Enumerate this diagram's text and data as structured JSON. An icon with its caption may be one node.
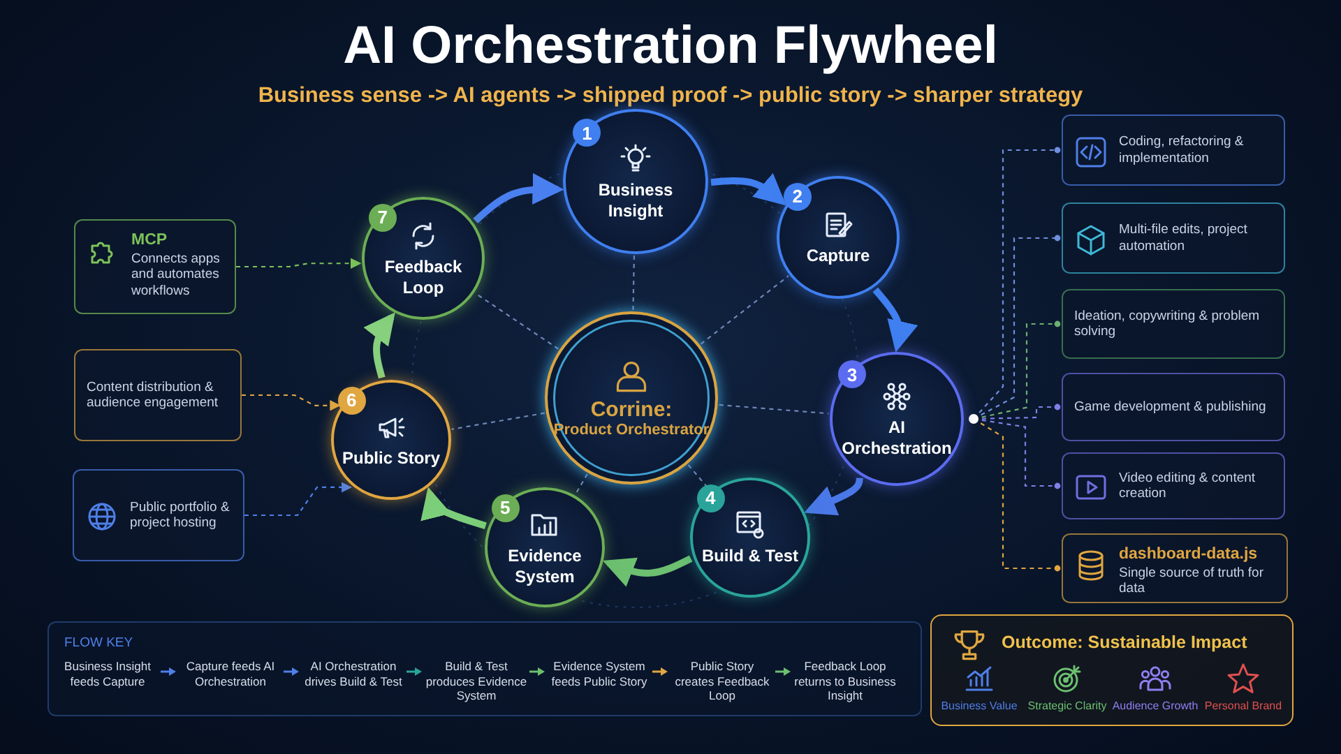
{
  "diagram": {
    "title": "AI Orchestration Flywheel",
    "caption": "Business sense -> AI agents -> shipped proof -> public story -> sharper strategy",
    "nodes": [
      {
        "text": [
          "1",
          "Business Insight"
        ]
      },
      {
        "text": [
          "2",
          "Capture"
        ]
      },
      {
        "text": [
          "3",
          "AI Orchestration"
        ]
      },
      {
        "text": [
          "4",
          "Build & Test"
        ]
      },
      {
        "text": [
          "5",
          "Evidence System"
        ]
      },
      {
        "text": [
          "6",
          "Public Story"
        ]
      },
      {
        "text": [
          "7",
          "Feedback Loop"
        ]
      },
      {
        "text": [
          "Corrine:",
          "Product Orchestrator"
        ]
      },
      {
        "text": [
          "MCP",
          "Connects apps and automates workflows"
        ]
      },
      {
        "text": [
          "Content distribution & audience engagement"
        ]
      },
      {
        "text": [
          "Public portfolio & project hosting"
        ]
      },
      {
        "text": [
          "Coding, refactoring & implementation"
        ]
      },
      {
        "text": [
          "Multi-file edits, project automation"
        ]
      },
      {
        "text": [
          "Ideation, copywriting & problem solving"
        ]
      },
      {
        "text": [
          "Game development & publishing"
        ]
      },
      {
        "text": [
          "Video editing & content creation"
        ]
      },
      {
        "text": [
          "dashboard-data.js",
          "Single source of truth for data"
        ]
      },
      {
        "text": [
          "Outcome: Sustainable Impact"
        ]
      }
    ],
    "edges": [
      {
        "from": 0,
        "to": 1,
        "arrow": "to",
        "style": "thick",
        "color": "#3f7ff0"
      },
      {
        "from": 1,
        "to": 2,
        "arrow": "to",
        "style": "thick",
        "color": "#3f7ff0"
      },
      {
        "from": 2,
        "to": 3,
        "arrow": "to",
        "style": "thick",
        "color": "#4a78e8"
      },
      {
        "from": 3,
        "to": 4,
        "arrow": "to",
        "style": "thick",
        "color": "#6cc070"
      },
      {
        "from": 4,
        "to": 5,
        "arrow": "to",
        "style": "thick",
        "color": "#7ccf7a"
      },
      {
        "from": 5,
        "to": 6,
        "arrow": "to",
        "style": "thick",
        "color": "#86d07e"
      },
      {
        "from": 6,
        "to": 0,
        "arrow": "to",
        "style": "thick",
        "color": "#4a7ff0"
      },
      {
        "from": 7,
        "to": 0,
        "arrow": "none",
        "style": "dashed"
      },
      {
        "from": 7,
        "to": 1,
        "arrow": "none",
        "style": "dashed"
      },
      {
        "from": 7,
        "to": 2,
        "arrow": "none",
        "style": "dashed"
      },
      {
        "from": 7,
        "to": 3,
        "arrow": "none",
        "style": "dashed"
      },
      {
        "from": 7,
        "to": 4,
        "arrow": "none",
        "style": "dashed"
      },
      {
        "from": 7,
        "to": 5,
        "arrow": "none",
        "style": "dashed"
      },
      {
        "from": 7,
        "to": 6,
        "arrow": "none",
        "style": "dashed"
      },
      {
        "from": 8,
        "to": 6,
        "arrow": "to",
        "style": "dashed",
        "color": "#7cc35a"
      },
      {
        "from": 9,
        "to": 5,
        "arrow": "to",
        "style": "dashed",
        "color": "#e0a640"
      },
      {
        "from": 10,
        "to": 5,
        "arrow": "to",
        "style": "dashed",
        "color": "#4f7fe8"
      },
      {
        "from": 2,
        "to": 11,
        "arrow": "other",
        "style": "dashed",
        "color": "#6f8fe0"
      },
      {
        "from": 2,
        "to": 12,
        "arrow": "other",
        "style": "dashed",
        "color": "#6f8fe0"
      },
      {
        "from": 2,
        "to": 13,
        "arrow": "other",
        "style": "dashed",
        "color": "#6cb070"
      },
      {
        "from": 2,
        "to": 14,
        "arrow": "other",
        "style": "dashed",
        "color": "#7f7fe8"
      },
      {
        "from": 2,
        "to": 15,
        "arrow": "other",
        "style": "dashed",
        "color": "#7f7fe8"
      },
      {
        "from": 2,
        "to": 16,
        "arrow": "other",
        "style": "dashed",
        "color": "#e0a640"
      }
    ],
    "labels": [
      "FLOW KEY",
      "Business Insight feeds Capture",
      "Capture feeds AI Orchestration",
      "AI Orchestration drives Build & Test",
      "Build & Test produces Evidence System",
      "Evidence System feeds Public Story",
      "Public Story creates Feedback Loop",
      "Feedback Loop returns to Business Insight",
      "Business Value",
      "Strategic Clarity",
      "Audience Growth",
      "Personal Brand"
    ]
  }
}
